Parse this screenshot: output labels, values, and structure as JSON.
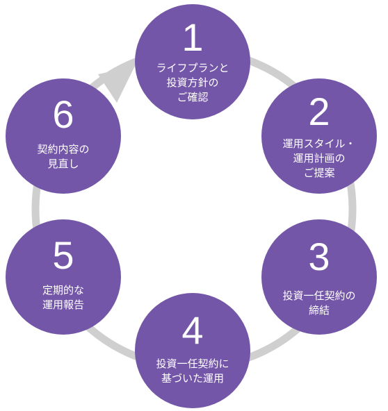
{
  "diagram": {
    "ring_color": "#cfcfcf",
    "circle_color": "#7456a8",
    "text_color": "#ffffff",
    "steps": [
      {
        "number": "1",
        "label": "ライフプランと\n投資方針の\nご確認"
      },
      {
        "number": "2",
        "label": "運用スタイル・\n運用計画の\nご提案"
      },
      {
        "number": "3",
        "label": "投資一任契約の\n締結"
      },
      {
        "number": "4",
        "label": "投資一任契約に\n基づいた運用"
      },
      {
        "number": "5",
        "label": "定期的な\n運用報告"
      },
      {
        "number": "6",
        "label": "契約内容の\n見直し"
      }
    ]
  }
}
